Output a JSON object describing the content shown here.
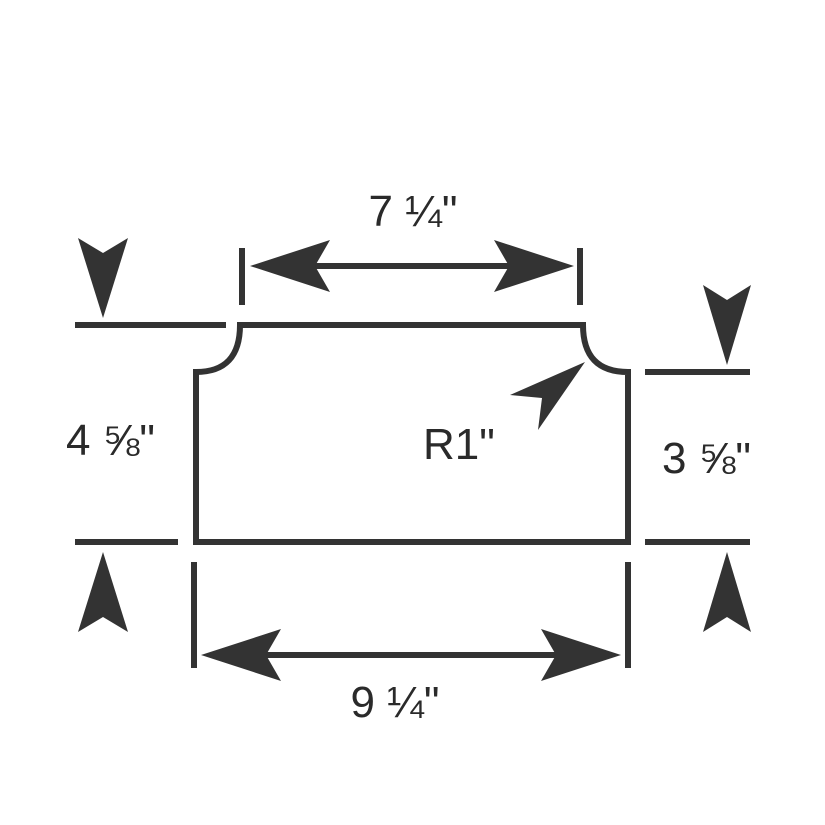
{
  "dimensions": {
    "top_width": "7 ¼\"",
    "bottom_width": "9 ¼\"",
    "left_height": "4 ⅝\"",
    "right_height": "3 ⅝\"",
    "corner_radius": "R1\""
  },
  "colors": {
    "line": "#333333",
    "text": "#2a2a2a",
    "background": "#ffffff"
  }
}
